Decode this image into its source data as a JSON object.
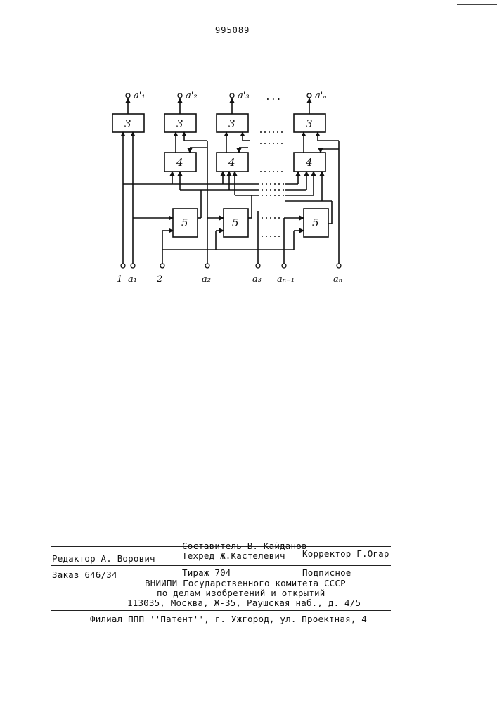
{
  "header": {
    "patent_number": "995089"
  },
  "diagram": {
    "block_labels": {
      "output_block": "3",
      "comparator_block": "4",
      "logic_block": "5"
    },
    "output_labels": [
      "a'₁",
      "a'₂",
      "a'₃",
      "a'ₙ"
    ],
    "input_labels": [
      "1",
      "a₁",
      "2",
      "a₂",
      "a₃",
      "aₙ₋₁",
      "aₙ"
    ],
    "ellipsis": "..."
  },
  "footer": {
    "editor": "Редактор А. Ворович",
    "compiler": "Составитель В. Кайданов",
    "techred": "Техред Ж.Кастелевич",
    "corrector": "Корректор Г.Огар",
    "order": "Заказ 646/34",
    "circulation": "Тираж 704",
    "subscription": "Подписное",
    "org_line1": "ВНИИПИ Государственного комитета СССР",
    "org_line2": "по делам изобретений и открытий",
    "address": "113035, Москва, Ж-35, Раушская наб., д. 4/5",
    "branch": "Филиал ППП ''Патент'', г. Ужгород, ул. Проектная, 4"
  }
}
